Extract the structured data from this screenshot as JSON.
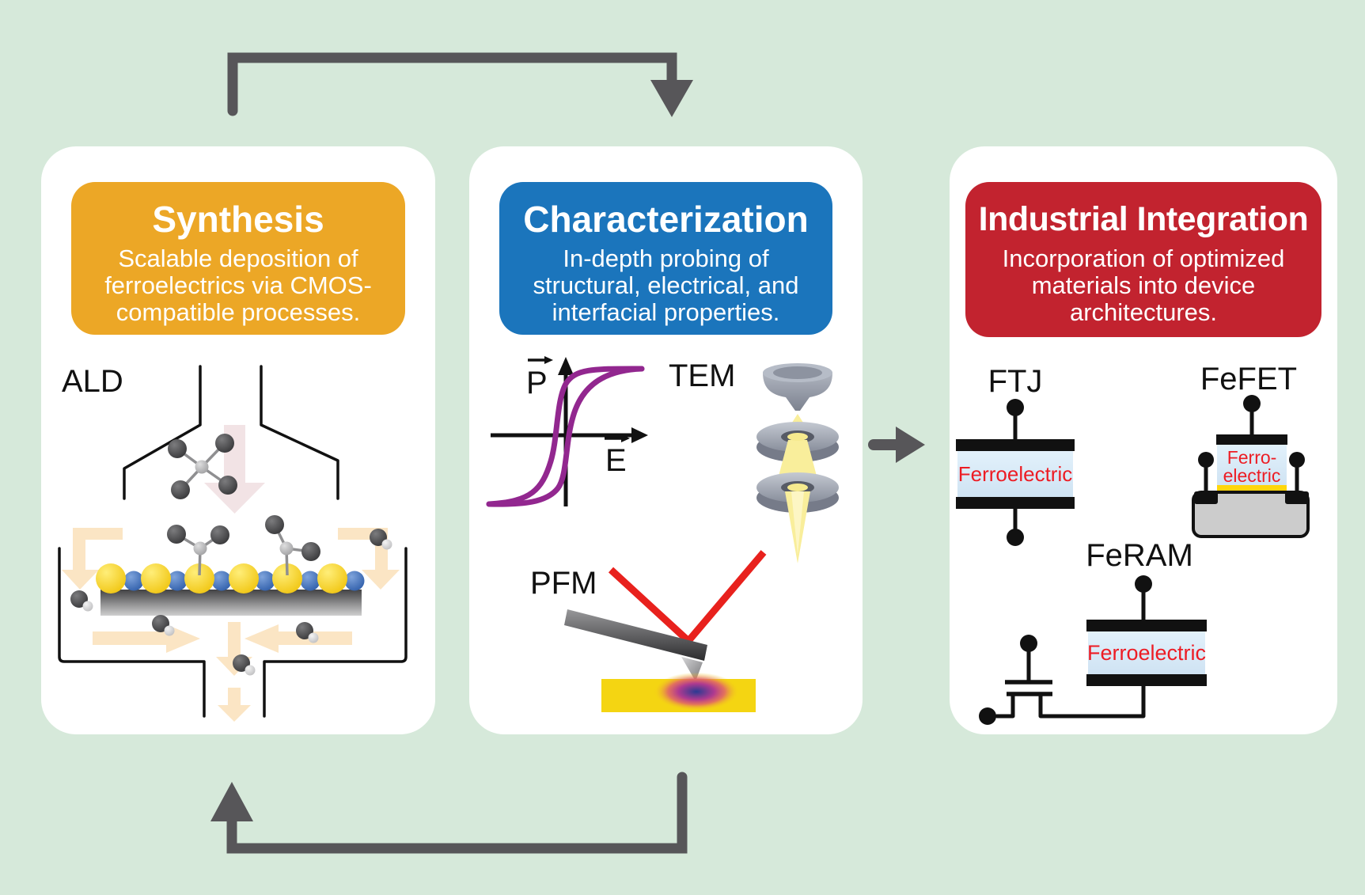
{
  "palette": {
    "background": "#d6e9da",
    "synthesis_header": "#eca726",
    "characterization_header": "#1b75bc",
    "industrial_header": "#c2232f",
    "flow_arrow_gray": "#575659",
    "ferroelectric_text_red": "#ed1c24",
    "hysteresis_purple": "#92278f",
    "laser_red": "#e8211d"
  },
  "cards": {
    "synthesis": {
      "title": "Synthesis",
      "subtitle_lines": [
        "Scalable deposition of",
        "ferroelectrics via CMOS-",
        "compatible processes."
      ],
      "ald_label": "ALD"
    },
    "characterization": {
      "title": "Characterization",
      "subtitle_lines": [
        "In-depth probing of",
        "structural, electrical, and",
        "interfacial properties."
      ],
      "pe_loop": {
        "y_axis": "P",
        "x_axis": "E"
      },
      "tem_label": "TEM",
      "pfm_label": "PFM"
    },
    "industrial": {
      "title": "Industrial Integration",
      "subtitle_lines": [
        "Incorporation of optimized",
        "materials into device",
        "architectures."
      ],
      "ftj": {
        "label": "FTJ",
        "layer": "Ferroelectric"
      },
      "fefet": {
        "label": "FeFET",
        "layer_line1": "Ferro-",
        "layer_line2": "electric"
      },
      "feram": {
        "label": "FeRAM",
        "layer": "Ferroelectric"
      }
    }
  }
}
